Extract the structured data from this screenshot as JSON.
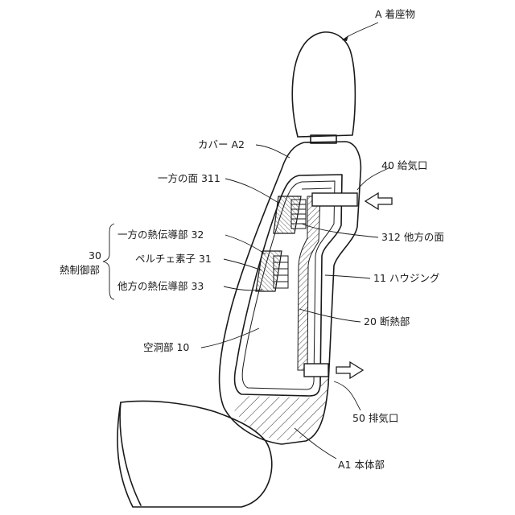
{
  "labels": {
    "seat": "A 着座物",
    "cover": "カバー A2",
    "face_one": "一方の面 311",
    "inlet": "40 給気口",
    "face_other": "312 他方の面",
    "conductor_one": "一方の熱伝導部 32",
    "peltier": "ペルチェ素子 31",
    "conductor_other": "他方の熱伝導部 33",
    "control_number": "30",
    "control_name": "熱制御部",
    "housing": "11 ハウジング",
    "insulation": "20 断熱部",
    "cavity": "空洞部 10",
    "outlet": "50 排気口",
    "body": "A1 本体部"
  }
}
